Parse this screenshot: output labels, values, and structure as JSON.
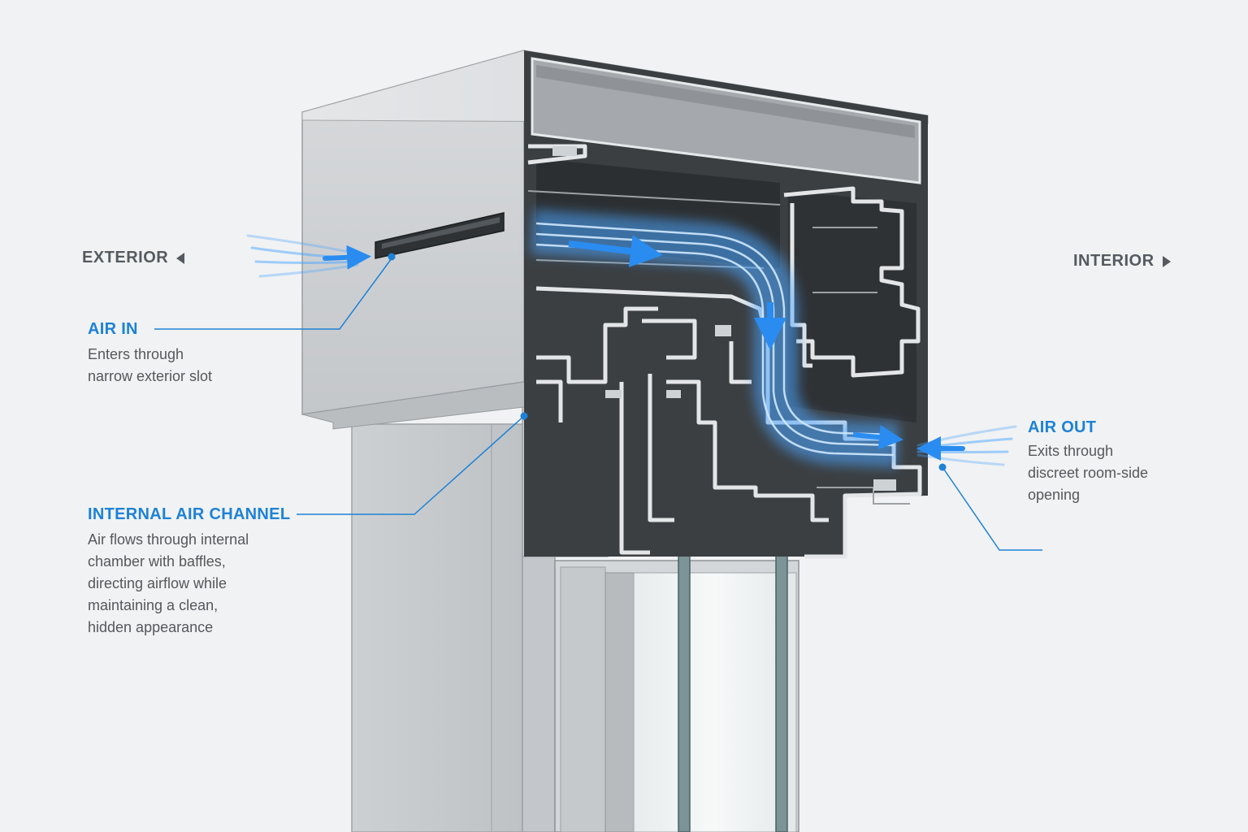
{
  "colors": {
    "accent": "#1d82d6",
    "airflow": "#4aa6ff",
    "metal_light": "#d6d8da",
    "metal_mid": "#b8bcbf",
    "metal_dark": "#3d4144",
    "background": "#f1f2f3"
  },
  "sides": {
    "exterior": "EXTERIOR",
    "interior": "INTERIOR"
  },
  "callouts": {
    "air_in": {
      "title": "AIR IN",
      "description": "Enters through\nnarrow exterior slot"
    },
    "internal_channel": {
      "title": "INTERNAL AIR CHANNEL",
      "description": "Air flows through internal\nchamber with baffles,\ndirecting airflow while\nmaintaining a clean,\nhidden appearance"
    },
    "air_out": {
      "title": "AIR OUT",
      "description": "Exits through\ndiscreet room-side\nopening"
    }
  },
  "icons": [
    "arrow-left-icon",
    "arrow-right-icon",
    "airflow-arrow-icon"
  ]
}
